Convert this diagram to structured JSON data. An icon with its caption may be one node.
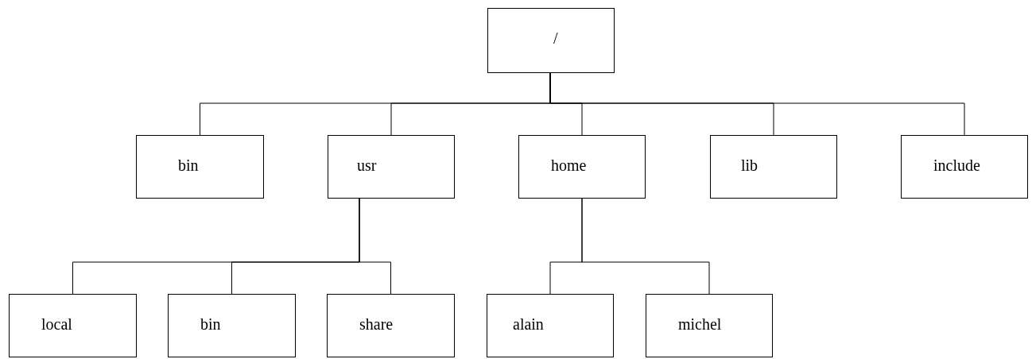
{
  "diagram": {
    "nodes": [
      {
        "text": [
          "/"
        ]
      },
      {
        "text": [
          "bin"
        ]
      },
      {
        "text": [
          "usr"
        ]
      },
      {
        "text": [
          "home"
        ]
      },
      {
        "text": [
          "lib"
        ]
      },
      {
        "text": [
          "include"
        ]
      },
      {
        "text": [
          "local"
        ]
      },
      {
        "text": [
          "bin"
        ]
      },
      {
        "text": [
          "share"
        ]
      },
      {
        "text": [
          "alain"
        ]
      },
      {
        "text": [
          "michel"
        ]
      }
    ],
    "edges": [
      {
        "from": 0,
        "to": 1,
        "arrow": "none"
      },
      {
        "from": 0,
        "to": 2,
        "arrow": "none"
      },
      {
        "from": 0,
        "to": 3,
        "arrow": "none"
      },
      {
        "from": 0,
        "to": 4,
        "arrow": "none"
      },
      {
        "from": 0,
        "to": 5,
        "arrow": "none"
      },
      {
        "from": 2,
        "to": 6,
        "arrow": "none"
      },
      {
        "from": 2,
        "to": 7,
        "arrow": "none"
      },
      {
        "from": 2,
        "to": 8,
        "arrow": "none"
      },
      {
        "from": 3,
        "to": 9,
        "arrow": "none"
      },
      {
        "from": 3,
        "to": 10,
        "arrow": "none"
      }
    ]
  }
}
